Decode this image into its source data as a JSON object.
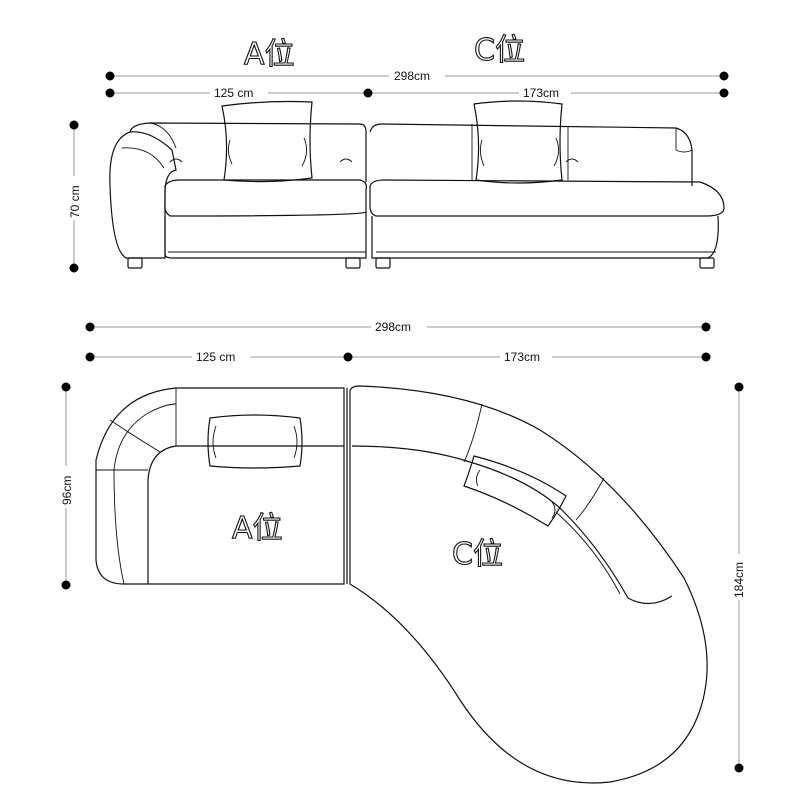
{
  "labels": {
    "seat_a": "A位",
    "seat_c": "C位"
  },
  "front_view": {
    "total_width": "298cm",
    "width_a": "125 cm",
    "width_c": "173cm",
    "height": "70 cm"
  },
  "top_view": {
    "total_width": "298cm",
    "width_a": "125 cm",
    "width_c": "173cm",
    "depth_a": "96cm",
    "depth_c": "184cm"
  },
  "colors": {
    "line": "#111111",
    "dim_line": "#9a9a9a",
    "background": "#ffffff"
  }
}
